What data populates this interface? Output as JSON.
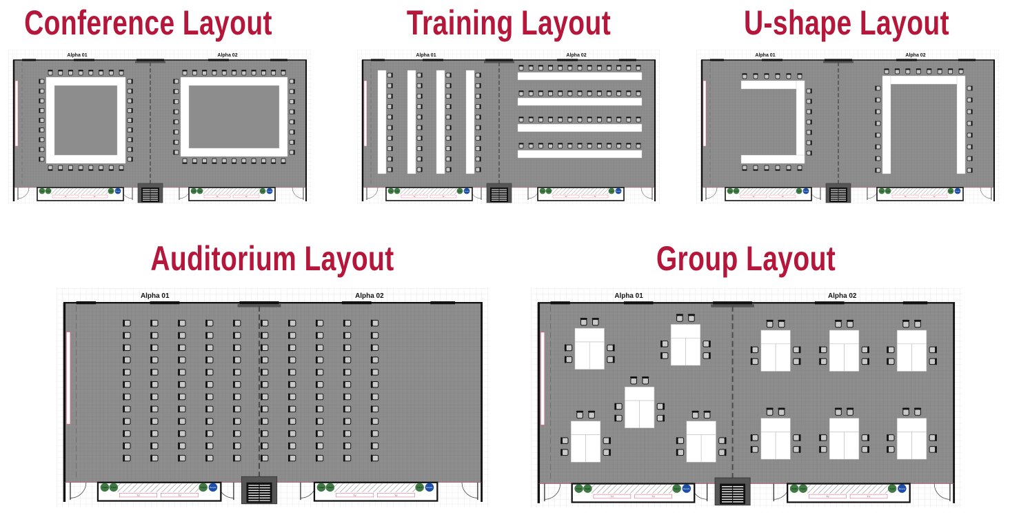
{
  "plans": [
    {
      "key": "conference",
      "title": "Conference Layout",
      "room1": "Alpha 01",
      "room2": "Alpha 02"
    },
    {
      "key": "training",
      "title": "Training Layout",
      "room1": "Alpha 01",
      "room2": "Alpha 02"
    },
    {
      "key": "ushape",
      "title": "U-shape Layout",
      "room1": "Alpha 01",
      "room2": "Alpha 02"
    },
    {
      "key": "auditorium",
      "title": "Auditorium Layout",
      "room1": "Alpha 01",
      "room2": "Alpha 02"
    },
    {
      "key": "group",
      "title": "Group Layout",
      "room1": "Alpha 01",
      "room2": "Alpha 02"
    }
  ],
  "fixtures": {
    "trash": "Trash",
    "recycle": "Recycle",
    "tv": "TV"
  },
  "colors": {
    "title": "#b5173b",
    "floor": "#8d8d8d",
    "trash": "#3f7a45",
    "recycle": "#1d4fa8",
    "tv_border": "#d9667f"
  }
}
